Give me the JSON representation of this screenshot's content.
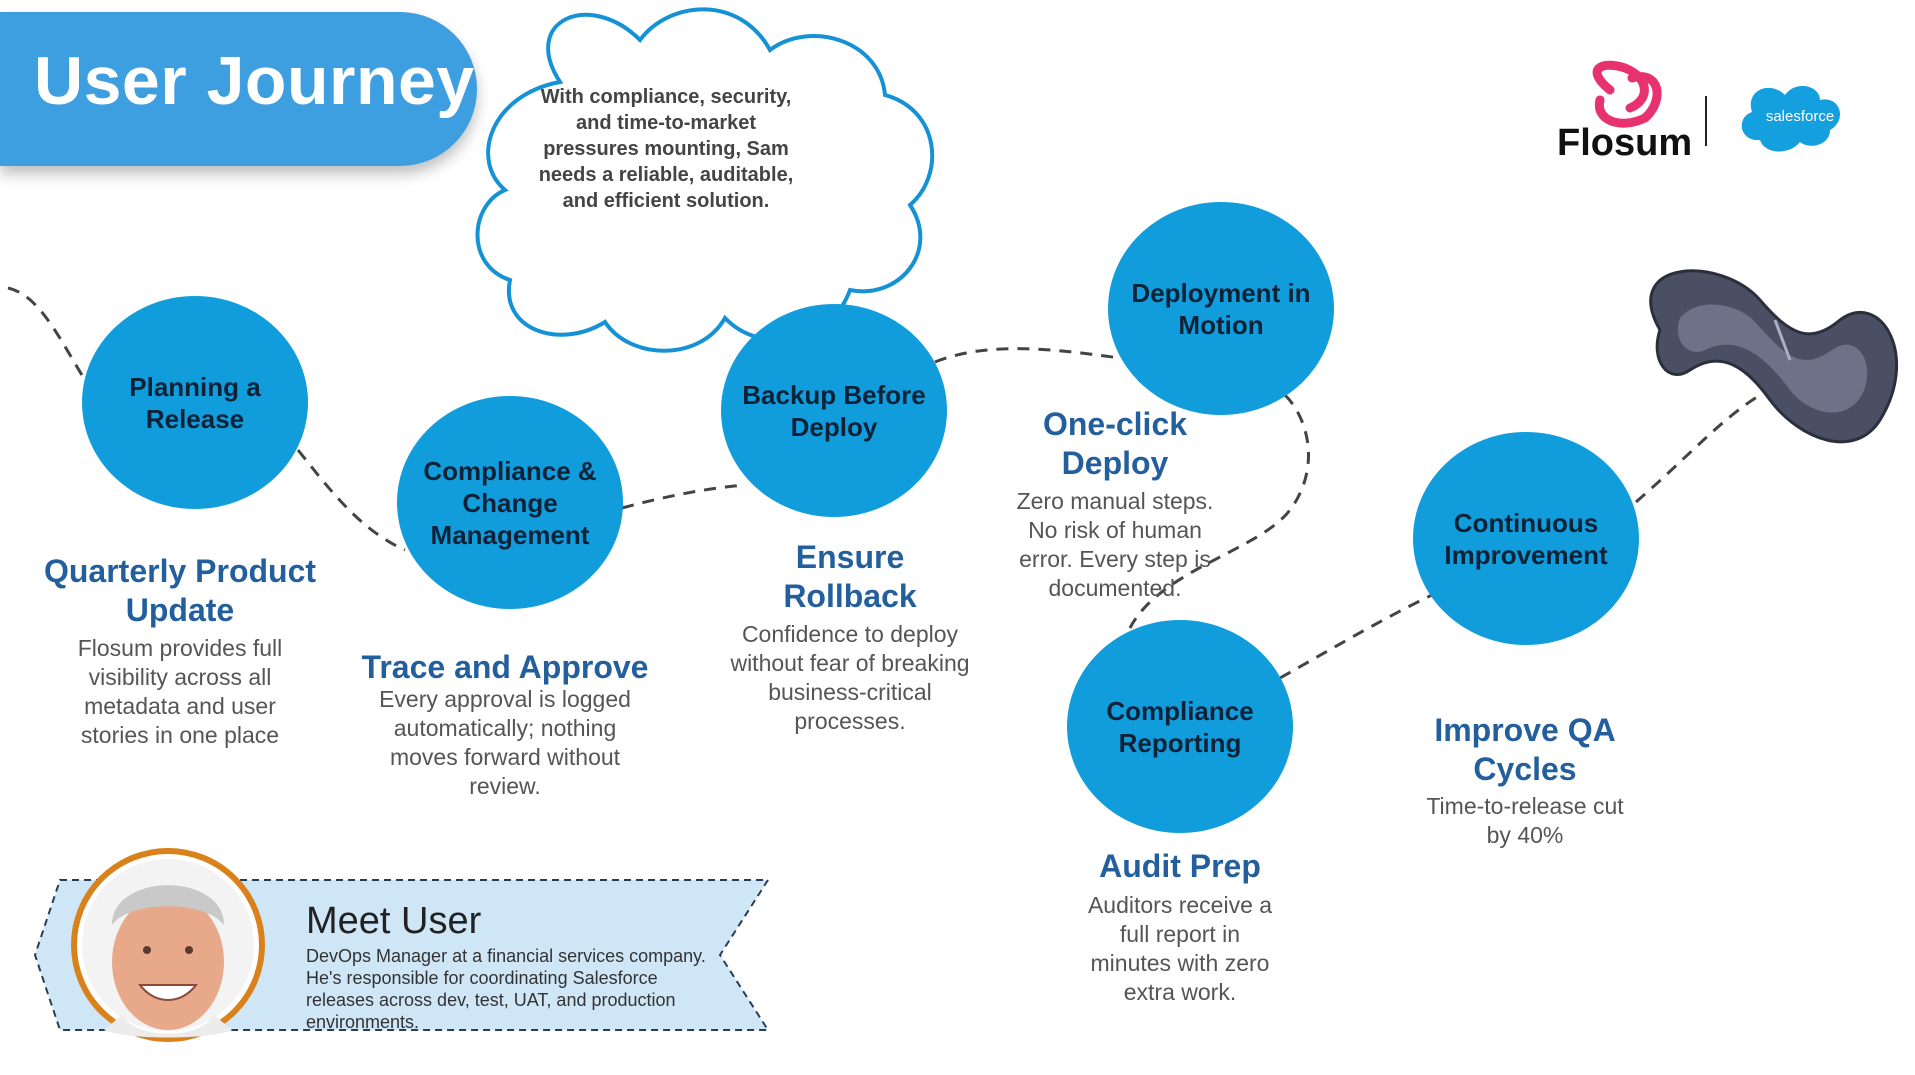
{
  "header": {
    "title": "User Journey"
  },
  "cloud": {
    "text": "With compliance, security, and time-to-market pressures mounting, Sam needs a reliable, auditable, and efficient solution."
  },
  "logos": {
    "flosum": "Flosum",
    "salesforce": "salesforce"
  },
  "stages": [
    {
      "circle": "Planning a Release",
      "title": "Quarterly Product Update",
      "desc": "Flosum provides full visibility across all metadata and user stories in one place"
    },
    {
      "circle": "Compliance & Change Management",
      "title": "Trace and Approve",
      "desc": "Every approval is logged automatically; nothing moves forward without review."
    },
    {
      "circle": "Backup Before Deploy",
      "title": "Ensure Rollback",
      "desc": "Confidence to deploy without fear of breaking business-critical processes."
    },
    {
      "circle": "Deployment in Motion",
      "title": "One-click Deploy",
      "desc": "Zero manual steps. No risk of human error. Every step is documented."
    },
    {
      "circle": "Compliance Reporting",
      "title": "Audit Prep",
      "desc": "Auditors receive a full report in minutes with zero extra work."
    },
    {
      "circle": "Continuous Improvement",
      "title": "Improve QA Cycles",
      "desc": "Time-to-release cut by 40%"
    }
  ],
  "persona": {
    "title": "Meet User",
    "desc": "DevOps Manager at a financial services company. He's responsible for coordinating Salesforce releases across dev, test, UAT, and production environments."
  },
  "colors": {
    "circle": "#119ddc",
    "title_pill": "#3e9fe0",
    "stage_title": "#245f9d",
    "persona_banner": "#cfe6f7",
    "avatar_ring": "#d9811a",
    "flosum_logo": "#e8316f",
    "salesforce_logo": "#14a0de"
  }
}
